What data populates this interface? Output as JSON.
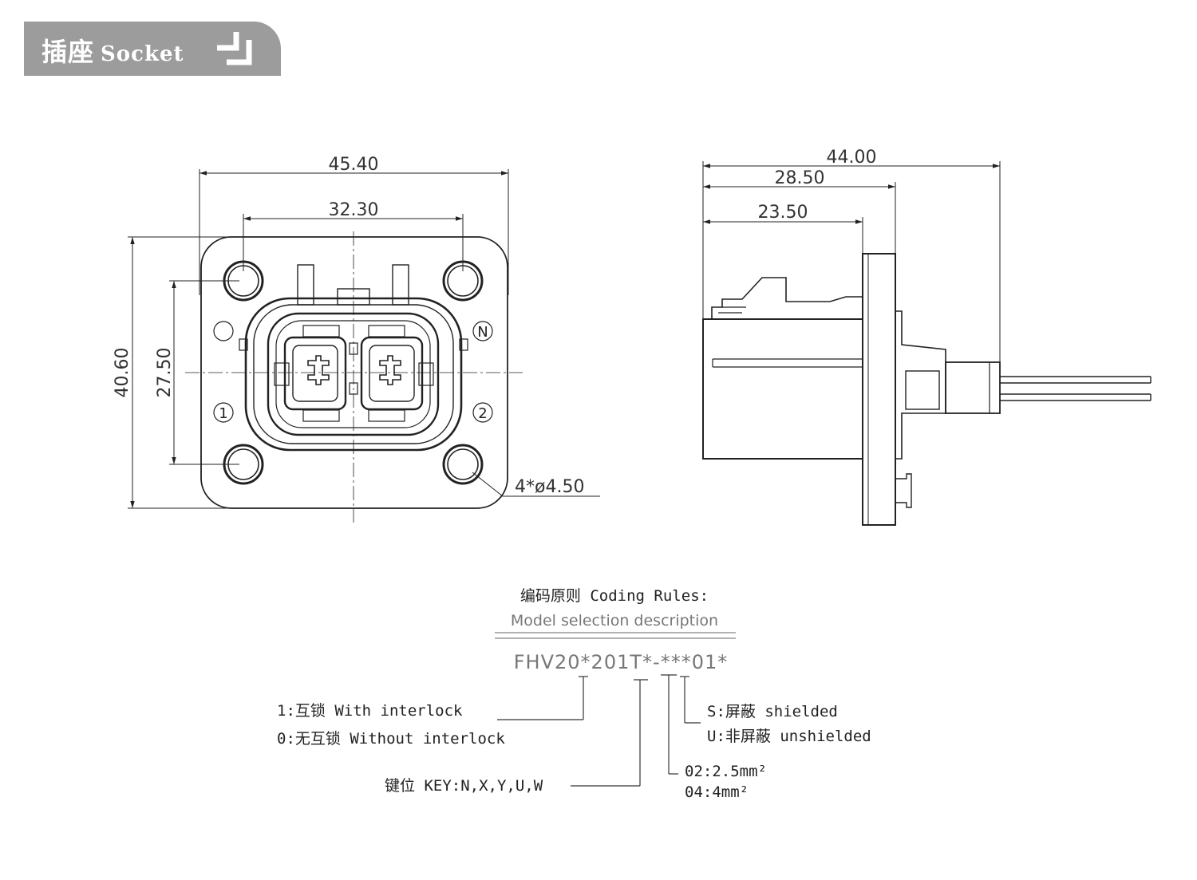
{
  "header": {
    "title_cn": "插座",
    "title_en": "Socket",
    "colors": {
      "tab_bg": "#9c9c9c",
      "tab_text": "#ffffff"
    },
    "icon": "corner-arrow-icon"
  },
  "front_view": {
    "dim_overall_width": "45.40",
    "dim_hole_spacing_x": "32.30",
    "dim_overall_height": "40.60",
    "dim_hole_spacing_y": "27.50",
    "dim_holes": "4*ø4.50",
    "marker_key": "N",
    "marker_pin1": "1",
    "marker_pin2": "2"
  },
  "side_view": {
    "dim_total_length": "44.00",
    "dim_flange_position": "28.50",
    "dim_body_length": "23.50"
  },
  "coding": {
    "title": "编码原则 Coding Rules:",
    "subtitle": "Model selection description",
    "model_code": "FHV20*201T*-***01*",
    "interlock_1": "1:互锁 With interlock",
    "interlock_0": "0:无互锁 Without interlock",
    "key": "键位 KEY:N,X,Y,U,W",
    "shield_s": "S:屏蔽 shielded",
    "shield_u": "U:非屏蔽  unshielded",
    "wire_02": "02:2.5mm²",
    "wire_04": "04:4mm²"
  }
}
